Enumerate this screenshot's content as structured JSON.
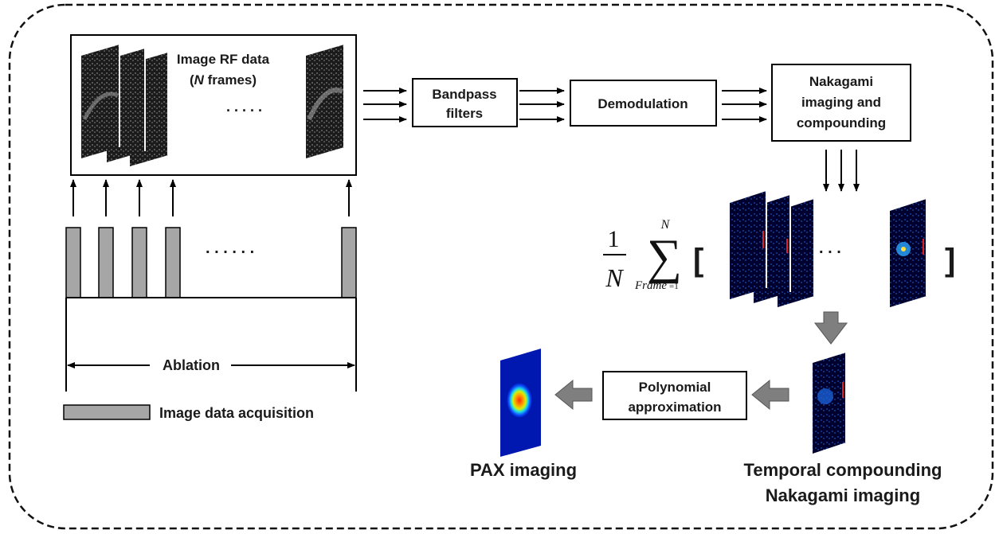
{
  "input_box": {
    "title_line1": "Image RF data",
    "title_line2_italic": "N",
    "title_line2_rest": " frames)",
    "title_line2_open": "(",
    "ellipsis": ". . . . ."
  },
  "pulse_ellipsis": ". . . . . .",
  "ablation_label": "Ablation",
  "legend": {
    "label": "Image data acquisition"
  },
  "blocks": {
    "bandpass": [
      "Bandpass",
      "filters"
    ],
    "demodulation": [
      "Demodulation"
    ],
    "nakagami": [
      "Nakagami",
      "imaging and",
      "compounding"
    ],
    "polynomial": [
      "Polynomial",
      "approximation"
    ]
  },
  "formula": {
    "numerator": "1",
    "denominator": "N",
    "upper_limit": "N",
    "sigma": "∑",
    "lower_limit": "Frame",
    "lower_limit_eq": "=1",
    "bracket_open": "[",
    "bracket_close": "]",
    "ellipsis": ". . ."
  },
  "outputs": {
    "pax": "PAX imaging",
    "temporal_line1": "Temporal compounding",
    "temporal_line2": "Nakagami imaging"
  },
  "colors": {
    "pulse_gray": "#a6a6a6",
    "arrow_gray": "#7f7f7f",
    "ultrasound_bg": "#1b1b1b",
    "nakagami_bg": "#00003a",
    "pax_hot": "#ff2a00"
  }
}
